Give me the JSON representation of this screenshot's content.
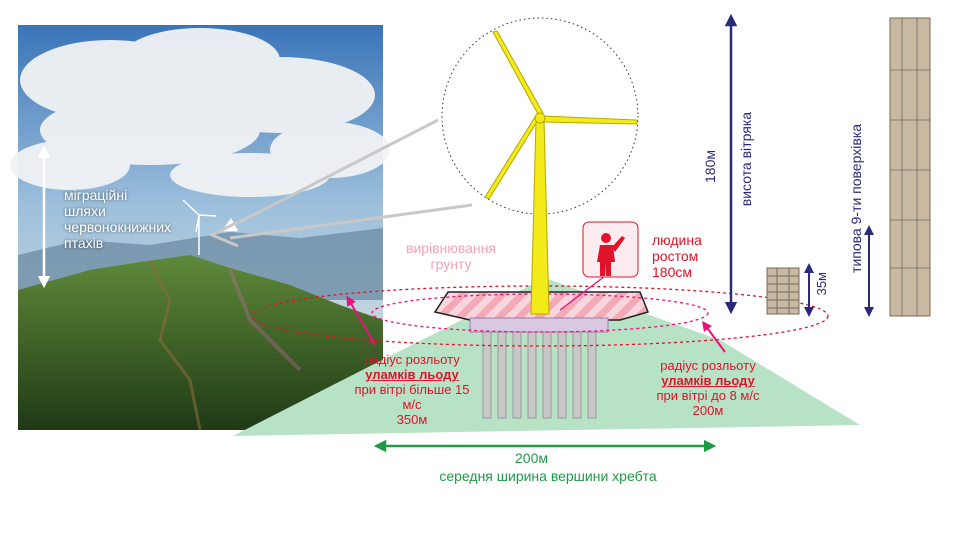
{
  "photo": {
    "migration_label": [
      "міграційні",
      "шляхи",
      "червонокнижних",
      "птахів"
    ]
  },
  "labels": {
    "leveling": [
      "вирівнювання",
      "грунту"
    ],
    "person": [
      "людина",
      "ростом",
      "180см"
    ],
    "turbine_height_value": "180м",
    "turbine_height_label": "висота вітряка",
    "building_height_value": "35м",
    "building_label": "типова 9-ти поверхівка",
    "ice_left": {
      "line1": "радіус розльоту",
      "line2": "уламків льоду",
      "line3": "при вітрі більше 15 м/с",
      "line4": "350м"
    },
    "ice_right": {
      "line1": "радіус розльоту",
      "line2": "уламків льоду",
      "line3": "при вітрі до 8 м/с",
      "line4": "200м"
    },
    "ridge_width_value": "200м",
    "ridge_width_label": "середня ширина вершини хребта"
  },
  "colors": {
    "turbine": "#f2ea1b",
    "ridge": "#b8e2c6",
    "ice_radius": "#e0132a",
    "dimension": "#2a2a7a",
    "ridge_dimension": "#1f9a45",
    "person": "#e0132a"
  }
}
